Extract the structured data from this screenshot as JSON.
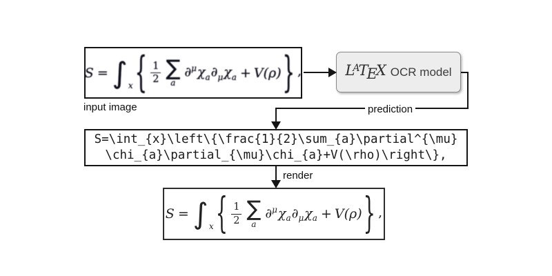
{
  "colors": {
    "background": "#ffffff",
    "line": "#151515",
    "ocr_box_fill": "#ededed"
  },
  "labels": {
    "input_image": "input image",
    "prediction": "prediction",
    "render": "render"
  },
  "ocr": {
    "logo_l": "L",
    "logo_a": "A",
    "logo_t": "T",
    "logo_e": "E",
    "logo_x": "X",
    "label": "OCR model"
  },
  "code": {
    "line1": "S=\\int_{x}\\left\\{\\frac{1}{2}\\sum_{a}\\partial^{\\mu}",
    "line2": "\\chi_{a}\\partial_{\\mu}\\chi_{a}+V(\\rho)\\right\\},"
  },
  "math": {
    "S": "S",
    "equals": "=",
    "integral": "∫",
    "integral_sub": "x",
    "left_brace": "{",
    "frac_num": "1",
    "frac_den": "2",
    "sum": "∑",
    "sum_sub": "a",
    "partial1": "∂",
    "mu_sup": "μ",
    "chi1": "χ",
    "chi1_sub": "a",
    "partial2": "∂",
    "mu_sub": "μ",
    "chi2": "χ",
    "chi2_sub": "a",
    "plus": "+",
    "V": "V",
    "lparen": "(",
    "rho": "ρ",
    "rparen": ")",
    "right_brace": "}",
    "comma": ","
  }
}
